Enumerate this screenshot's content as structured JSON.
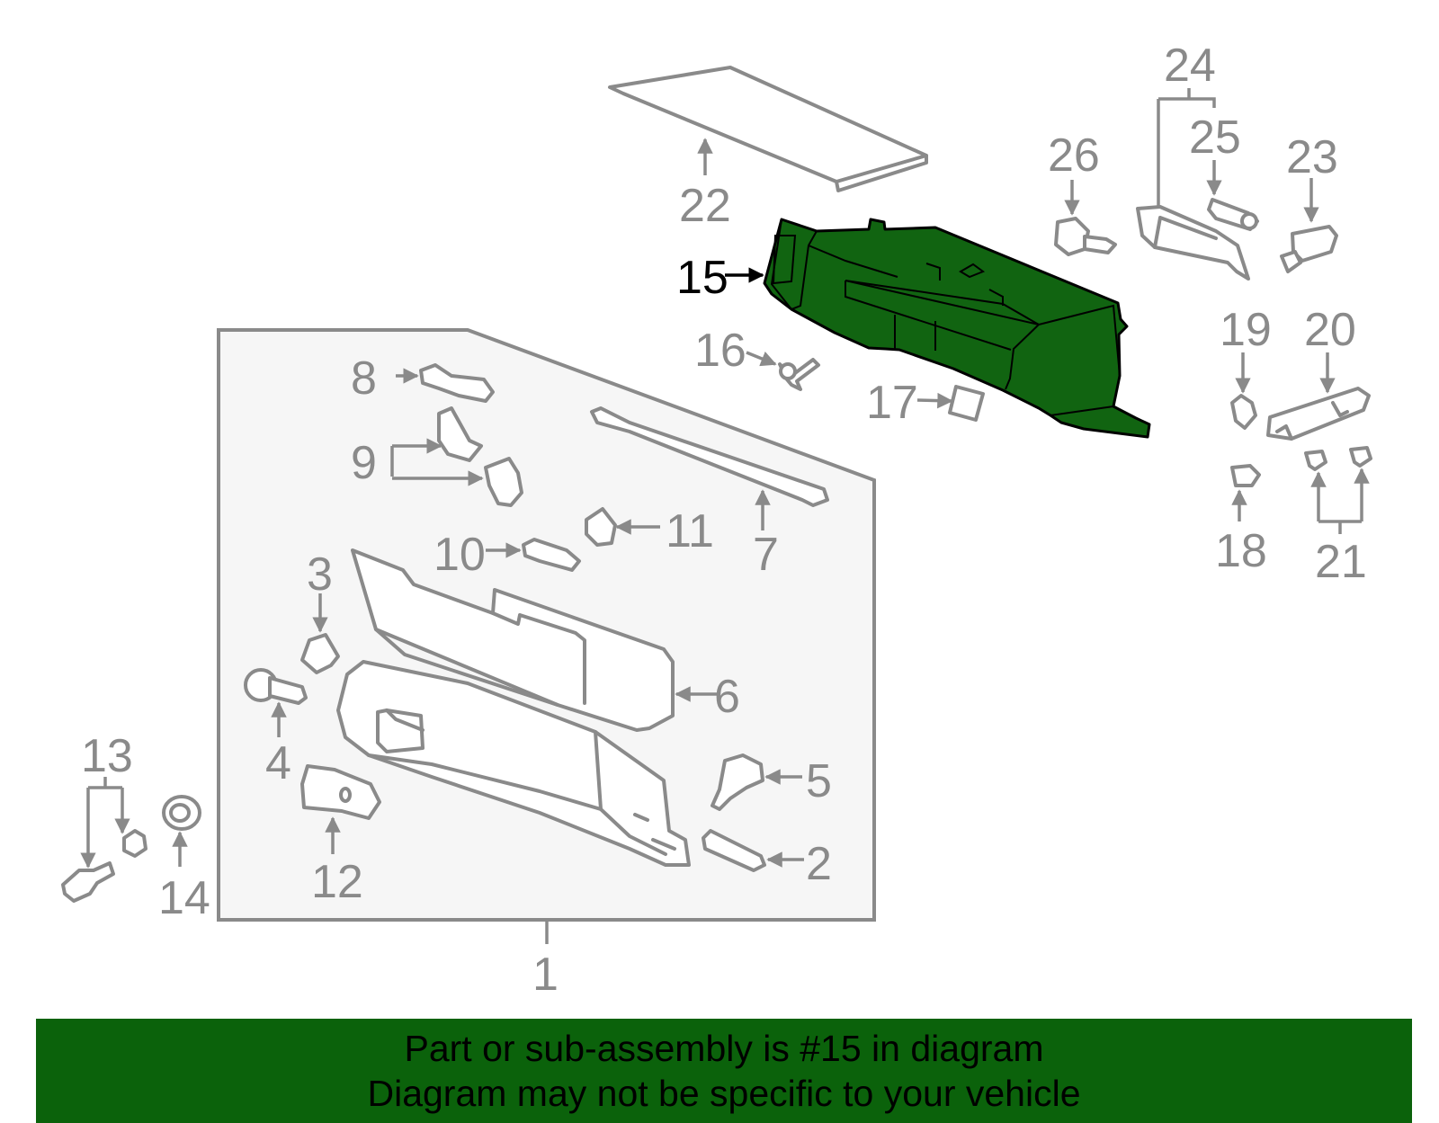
{
  "callouts": {
    "c1": "1",
    "c2": "2",
    "c3": "3",
    "c4": "4",
    "c5": "5",
    "c6": "6",
    "c7": "7",
    "c8": "8",
    "c9": "9",
    "c10": "10",
    "c11": "11",
    "c12": "12",
    "c13": "13",
    "c14": "14",
    "c15": "15",
    "c16": "16",
    "c17": "17",
    "c18": "18",
    "c19": "19",
    "c20": "20",
    "c21": "21",
    "c22": "22",
    "c23": "23",
    "c24": "24",
    "c25": "25",
    "c26": "26"
  },
  "highlighted_part": "15",
  "colors": {
    "highlight_fill": "#116411",
    "banner_bg": "#0b620b",
    "callout_gray": "#8a8a8a",
    "assembly_bg": "#f6f6f6"
  },
  "banner": {
    "line1": "Part or sub-assembly is #15 in diagram",
    "line2": "Diagram may not be specific to your vehicle"
  }
}
